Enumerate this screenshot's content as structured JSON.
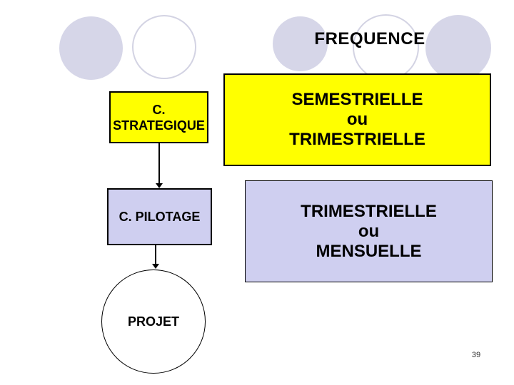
{
  "slide": {
    "title": "FREQUENCE",
    "page_number": "39"
  },
  "flowchart": {
    "strategique_label": "C.\nSTRATEGIQUE",
    "semestrielle_label": "SEMESTRIELLE\nou\nTRIMESTRIELLE",
    "pilotage_label": "C. PILOTAGE",
    "trimestrielle_label": "TRIMESTRIELLE\nou\nMENSUELLE",
    "projet_label": "PROJET"
  },
  "colors": {
    "yellow": "#ffff00",
    "lavender": "#cfcff0",
    "circle_fill": "#d6d6e8",
    "circle_stroke": "#d3d3e3"
  }
}
